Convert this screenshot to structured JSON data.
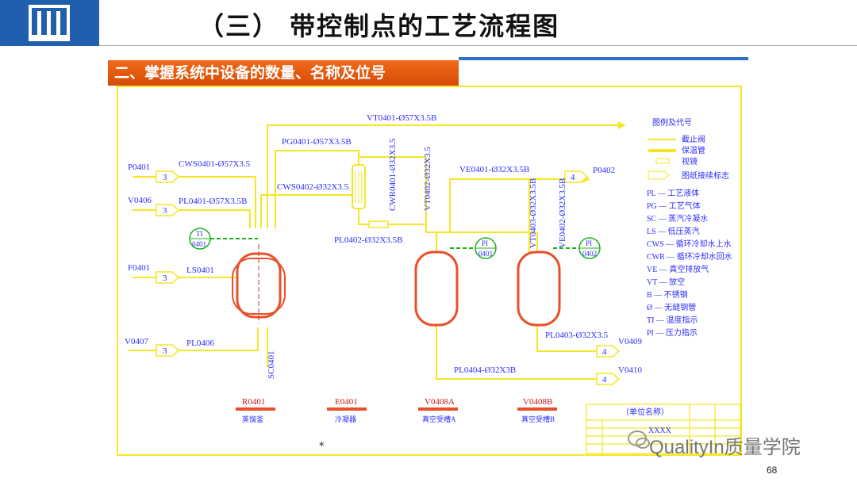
{
  "slide": {
    "title": "（三）  带控制点的工艺流程图",
    "section": "二、掌握系统中设备的数量、名称及位号",
    "page_number": "68",
    "star": "*"
  },
  "watermark": {
    "text": "QualityIn质量学院"
  },
  "colors": {
    "brand_blue": "#1f5fae",
    "banner_orange": "#e85a10",
    "diagram_yellow": "#f5e625",
    "vessel_red": "#e8502a",
    "instrument_green": "#19b219",
    "label_blue": "#2c2cff"
  },
  "diagram": {
    "pipe_labels": {
      "vt0401": "VT0401-Ø57X3.5B",
      "pg0401": "PG0401-Ø57X3.5B",
      "cws0401": "CWS0401-Ø57X3.5",
      "cws0402": "CWS0402-Ø32X3.5",
      "cwr0401": "CWR0401-Ø32X3.5",
      "vt0402": "VT0402-Ø32X3.5",
      "ve0401": "VE0401-Ø32X3.5B",
      "vt0403": "VT0403-Ø32X3.5B",
      "ve0402": "VE0402-Ø32X3.5B",
      "pl0401": "PL0401-Ø57X3.5B",
      "pl0402": "PL0402-Ø32X3.5B",
      "ls0401": "LS0401",
      "pl0406": "PL0406",
      "sc0401": "SC0401",
      "pl0403": "PL0403-Ø32X3.5",
      "pl0404": "PL0404-Ø32X3B"
    },
    "stream_tags": {
      "p0401": "P0401",
      "v0406": "V0406",
      "f0401": "F0401",
      "v0407": "V0407",
      "p0402": "P0402",
      "v0409": "V0409",
      "v0410": "V0410",
      "n3": "3",
      "n4": "4"
    },
    "instruments": {
      "ti": "TI",
      "ti_tag": "0401",
      "pi1": "PI",
      "pi1_tag": "0401",
      "pi2": "PI",
      "pi2_tag": "0402"
    },
    "equipment": [
      {
        "tag": "R0401",
        "name": "蒸馏釜"
      },
      {
        "tag": "E0401",
        "name": "冷凝器"
      },
      {
        "tag": "V0408A",
        "name": "真空受槽A"
      },
      {
        "tag": "V0408B",
        "name": "真空受槽B"
      }
    ],
    "legend": {
      "title": "图例及代号",
      "symbols": [
        "截止阀",
        "保温管",
        "视镜",
        "图纸接续标志"
      ],
      "codes": [
        "PL — 工艺液体",
        "PG — 工艺气体",
        "SC — 蒸汽冷凝水",
        "LS — 低压蒸汽",
        "CWS — 循环冷却水上水",
        "CWR — 循环冷却水回水",
        "VE — 真空排放气",
        "VT — 放空",
        "B — 不锈钢",
        "Ø — 无缝钢管",
        "TI — 温度指示",
        "PI — 压力指示"
      ]
    },
    "title_block": {
      "unit_name": "（单位名称）",
      "row_text": "XXXX"
    }
  }
}
